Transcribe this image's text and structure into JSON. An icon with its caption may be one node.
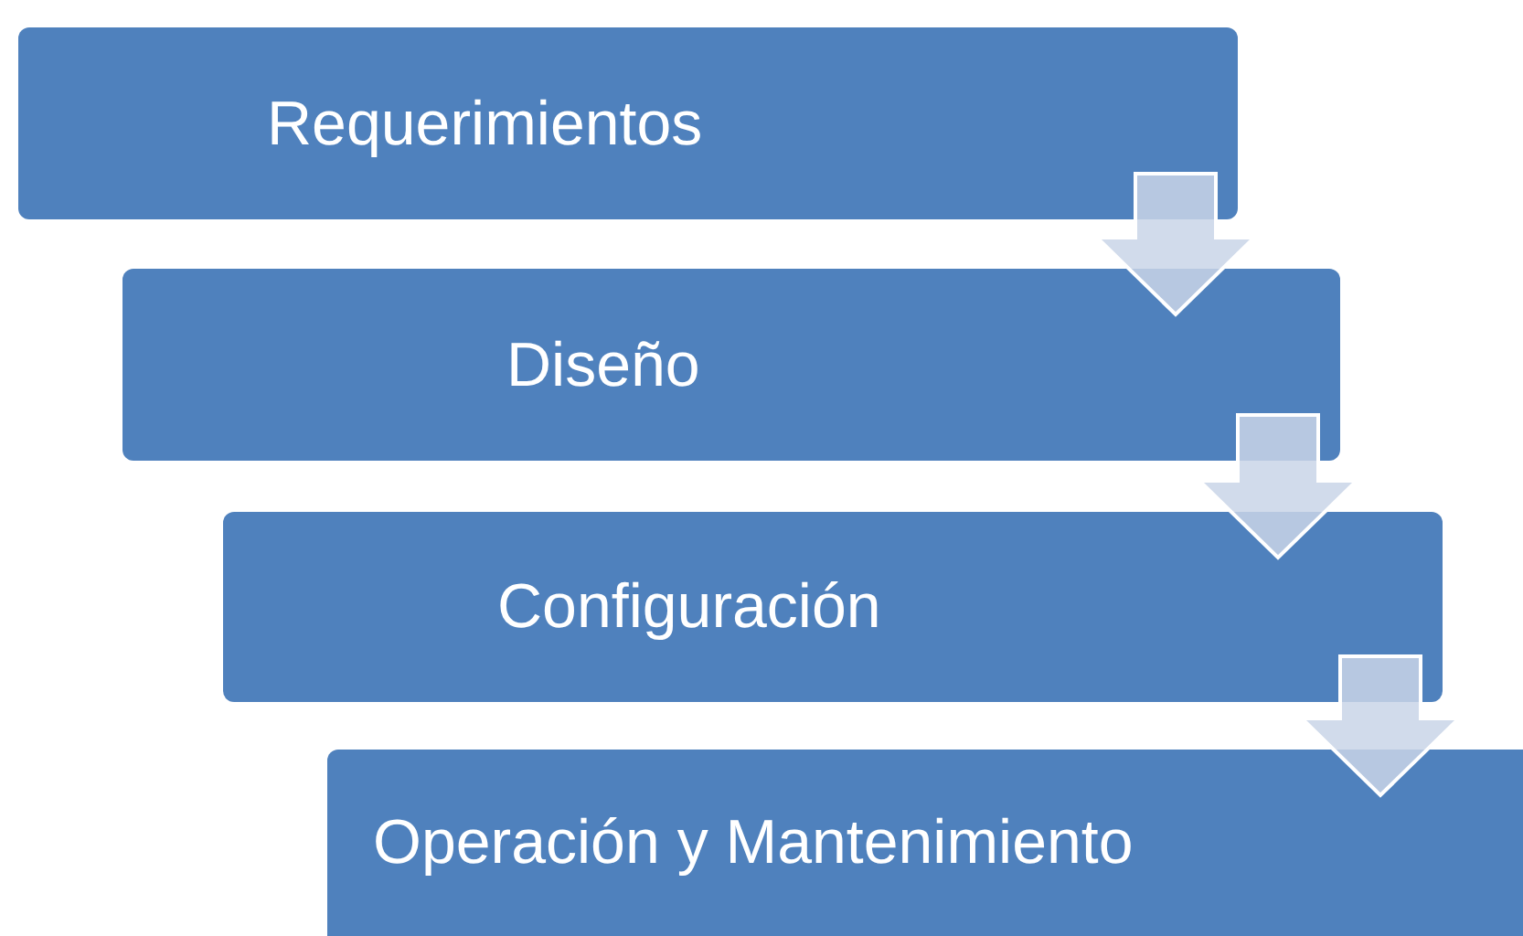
{
  "diagram": {
    "nodes": [
      {
        "text": [
          "Requerimientos"
        ]
      },
      {
        "text": [
          "Diseño"
        ]
      },
      {
        "text": [
          "Configuración"
        ]
      },
      {
        "text": [
          "Operación y Mantenimiento"
        ]
      }
    ],
    "edges": [
      {
        "from": 0,
        "to": 1,
        "arrow": "to"
      },
      {
        "from": 1,
        "to": 2,
        "arrow": "to"
      },
      {
        "from": 2,
        "to": 3,
        "arrow": "to"
      }
    ]
  }
}
